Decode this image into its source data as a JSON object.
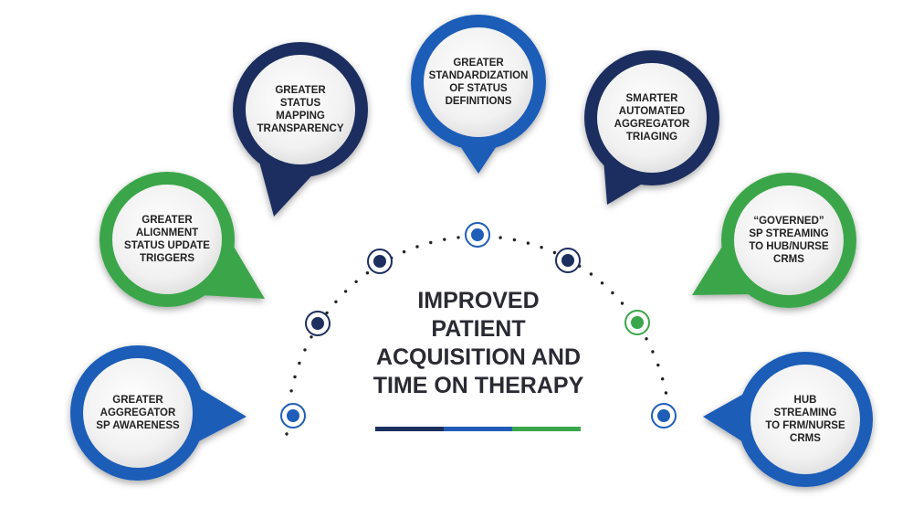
{
  "center_title": "IMPROVED\nPATIENT\nACQUISITION AND\nTIME ON THERAPY",
  "colors": {
    "navy": "#1c2f5e",
    "blue": "#1f5db8",
    "green": "#3aa64a",
    "dot": "#222222",
    "circle_fill": "#f2f2f2"
  },
  "nodes": [
    {
      "name": "sp-awareness",
      "label": "GREATER\nAGGREGATOR\nSP AWARENESS",
      "color": "blue",
      "direction": "right"
    },
    {
      "name": "status-update-triggers",
      "label": "GREATER\nALIGNMENT\nSTATUS UPDATE\nTRIGGERS",
      "color": "green",
      "direction": "down-right"
    },
    {
      "name": "status-mapping",
      "label": "GREATER\nSTATUS\nMAPPING\nTRANSPARENCY",
      "color": "navy",
      "direction": "down-right"
    },
    {
      "name": "status-definitions",
      "label": "GREATER\nSTANDARDIZATION\nOF STATUS\nDEFINITIONS",
      "color": "blue",
      "direction": "down"
    },
    {
      "name": "aggregator-triaging",
      "label": "SMARTER\nAUTOMATED\nAGGREGATOR\nTRIAGING",
      "color": "navy",
      "direction": "down-left"
    },
    {
      "name": "governed-streaming",
      "label": "“GOVERNED”\nSP STREAMING\nTO HUB/NURSE\nCRMS",
      "color": "green",
      "direction": "down-left"
    },
    {
      "name": "hub-streaming",
      "label": "HUB\nSTREAMING\nTO FRM/NURSE\nCRMS",
      "color": "blue",
      "direction": "left"
    }
  ],
  "arc_markers": [
    {
      "color": "blue"
    },
    {
      "color": "navy"
    },
    {
      "color": "navy"
    },
    {
      "color": "blue"
    },
    {
      "color": "navy"
    },
    {
      "color": "green"
    },
    {
      "color": "blue"
    }
  ],
  "underline_segments": [
    {
      "color": "navy"
    },
    {
      "color": "blue"
    },
    {
      "color": "green"
    }
  ]
}
